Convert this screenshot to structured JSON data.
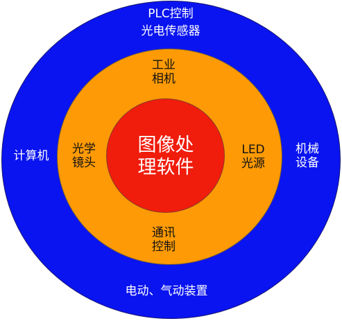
{
  "colors": {
    "outer_ring": "#0a14f0",
    "middle_ring": "#fd9a05",
    "core": "#f01c0c",
    "outer_text": "#ffffff",
    "middle_text": "#111111",
    "core_text": "#ffffff"
  },
  "core": {
    "line1": "图像处",
    "line2": "理软件"
  },
  "middle_ring": {
    "top": "工业\n相机",
    "left": "光学\n镜头",
    "right": "LED\n光源",
    "bottom": "通讯\n控制"
  },
  "outer_ring": {
    "top_line1": "PLC控制",
    "top_line2": "光电传感器",
    "left": "计算机",
    "right": "机械设备",
    "bottom": "电动、气动装置"
  }
}
